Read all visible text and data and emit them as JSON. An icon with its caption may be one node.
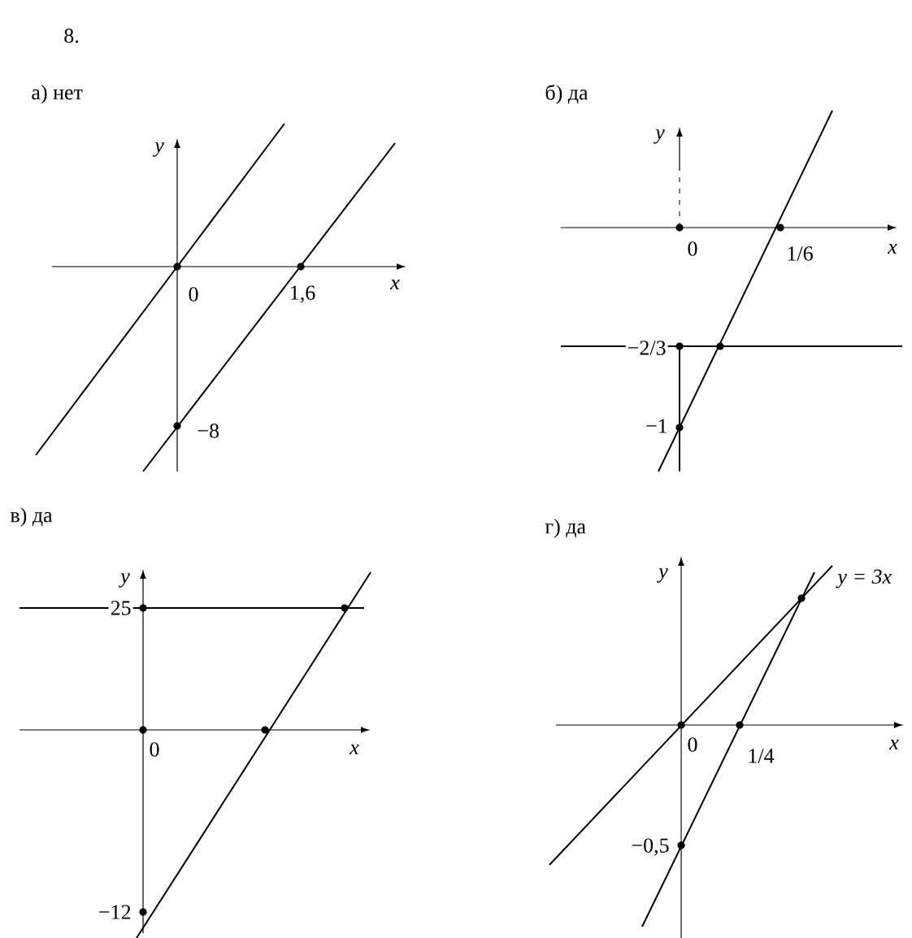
{
  "diagram": {
    "labels": [
      "8.",
      "а) нет",
      "б) да",
      "y",
      "0",
      "1,6",
      "x",
      "−8",
      "y",
      "0",
      "1/6",
      "x",
      "−2/3",
      "−1",
      "в) да",
      "г) да",
      "y",
      "25",
      "0",
      "x",
      "−12",
      "y",
      "y = 3x",
      "0",
      "1/4",
      "x",
      "−0,5"
    ]
  }
}
